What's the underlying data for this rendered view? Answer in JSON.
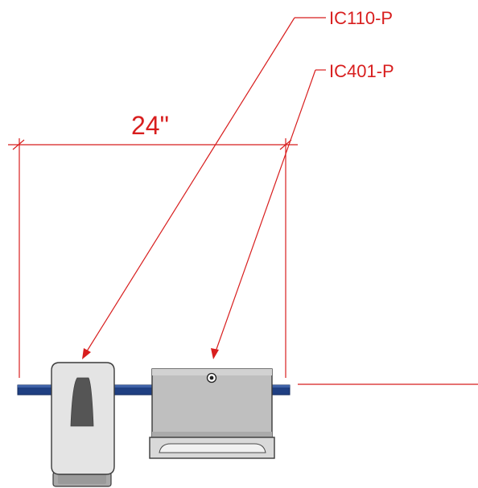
{
  "labels": {
    "callout_1": "IC110-P",
    "callout_2": "IC401-P",
    "dimension": "24\""
  },
  "colors": {
    "annotation": "#d81e1e",
    "rail": "#1f3f82",
    "dispenser_body": "#e4e4e4",
    "dispenser_window": "#555555",
    "box_body": "#bfbfbf",
    "outline": "#3a3a3a"
  }
}
